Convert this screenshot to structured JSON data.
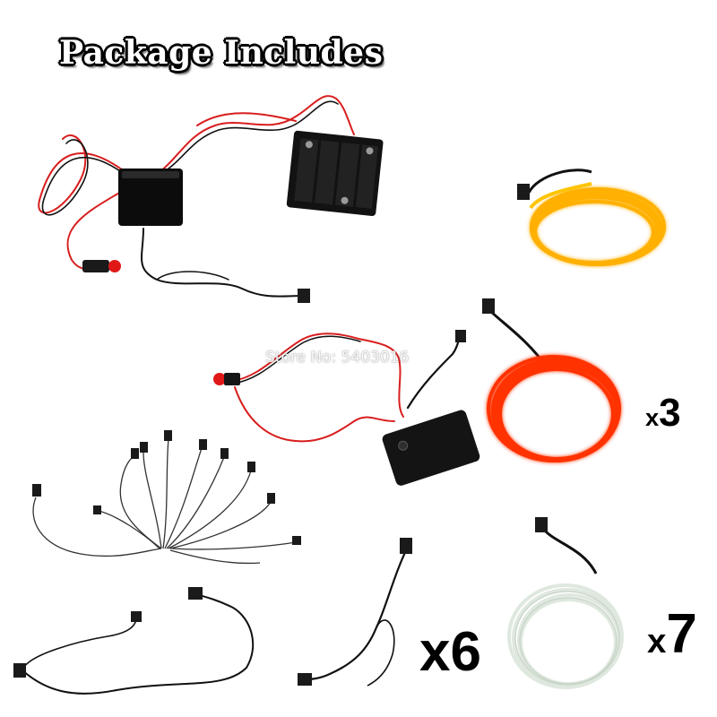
{
  "title": "Package Includes",
  "watermark": "Store No: 5403016",
  "quantities": {
    "orange_wire": {
      "x": "x",
      "n": "3"
    },
    "connector_cable": {
      "x": "x",
      "n": "6"
    },
    "white_wire": {
      "x": "x",
      "n": "7"
    }
  },
  "colors": {
    "wire_yellow_orange": "#ffb000",
    "wire_red_orange": "#ff3300",
    "wire_white": "#eef4ee",
    "cable_red": "#d81e1e",
    "cable_black": "#111111"
  }
}
